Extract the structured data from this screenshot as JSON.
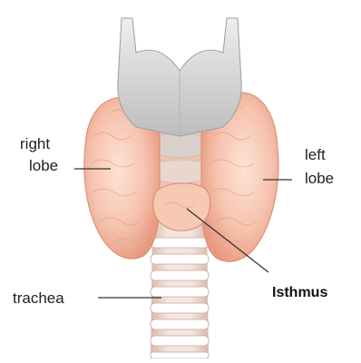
{
  "labels": {
    "right_lobe_line1": "right",
    "right_lobe_line2": "lobe",
    "left_lobe_line1": "left",
    "left_lobe_line2": "lobe",
    "isthmus": "Isthmus",
    "trachea": "trachea"
  },
  "colors": {
    "gland": "#f6c3ae",
    "gland_shadow": "#e89a80",
    "gland_highlight": "#fde3d6",
    "cartilage": "#d9d9d9",
    "cartilage_shadow": "#b8b8b8",
    "trachea_ring": "#ececec",
    "trachea_gap": "#f0b8a0",
    "leader_line": "#333333"
  }
}
